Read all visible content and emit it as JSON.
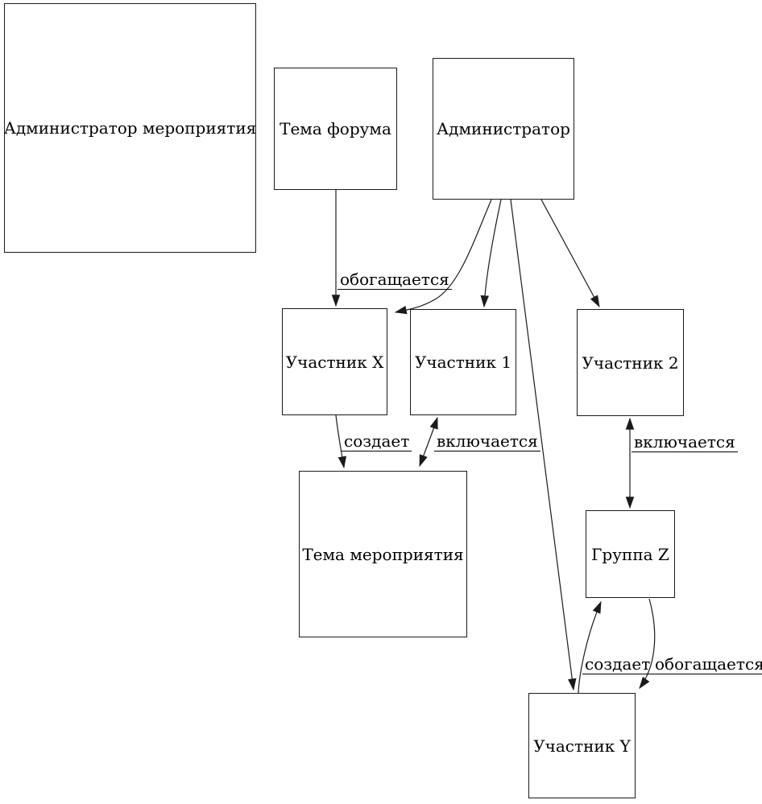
{
  "diagram": {
    "type": "entity-relationship-diagram",
    "background_color": "#ffffff",
    "line_color": "#1a1a1a",
    "nodes": {
      "admin_event": {
        "label": "Администратор мероприятия"
      },
      "forum_topic": {
        "label": "Тема форума"
      },
      "admin": {
        "label": "Администратор"
      },
      "participant_x": {
        "label": "Участник X"
      },
      "participant_1": {
        "label": "Участник 1"
      },
      "participant_2": {
        "label": "Участник 2"
      },
      "event_topic": {
        "label": "Тема мероприятия"
      },
      "group_z": {
        "label": "Группа Z"
      },
      "participant_y": {
        "label": "Участник Y"
      }
    },
    "edges": [
      {
        "from": "Тема форума",
        "to": "Участник X",
        "label": "обогащается",
        "direction": "one-way"
      },
      {
        "from": "Администратор",
        "to": "Участник X",
        "label": "",
        "direction": "one-way"
      },
      {
        "from": "Администратор",
        "to": "Участник 1",
        "label": "",
        "direction": "one-way"
      },
      {
        "from": "Администратор",
        "to": "Участник 2",
        "label": "",
        "direction": "one-way"
      },
      {
        "from": "Администратор",
        "to": "Участник Y",
        "label": "",
        "direction": "one-way"
      },
      {
        "from": "Участник X",
        "to": "Тема мероприятия",
        "label": "создает",
        "direction": "one-way"
      },
      {
        "from": "Участник 1",
        "to": "Тема мероприятия",
        "label": "включается",
        "direction": "two-way"
      },
      {
        "from": "Участник 2",
        "to": "Группа Z",
        "label": "включается",
        "direction": "two-way"
      },
      {
        "from": "Участник Y",
        "to": "Группа Z",
        "label": "создает",
        "direction": "one-way"
      },
      {
        "from": "Группа Z",
        "to": "Участник Y",
        "label": "обогащается",
        "direction": "one-way"
      }
    ]
  }
}
